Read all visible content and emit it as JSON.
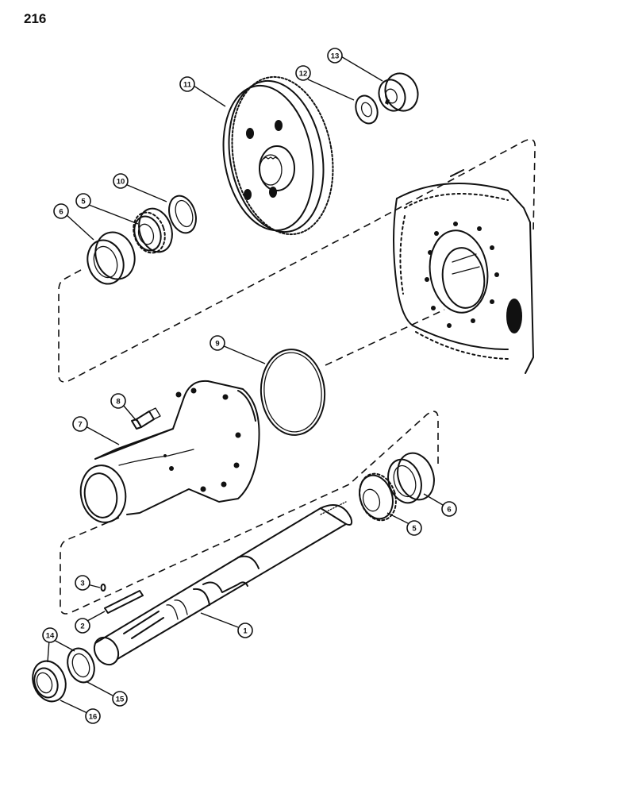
{
  "page": {
    "number": "216"
  },
  "callouts": {
    "c1": "1",
    "c2": "2",
    "c3": "3",
    "c5a": "5",
    "c5b": "5",
    "c6a": "6",
    "c6b": "6",
    "c7": "7",
    "c8": "8",
    "c9": "9",
    "c10": "10",
    "c11": "11",
    "c12": "12",
    "c13": "13",
    "c14": "14",
    "c15": "15",
    "c16": "16"
  },
  "colors": {
    "ink": "#111111",
    "paper": "#ffffff"
  }
}
